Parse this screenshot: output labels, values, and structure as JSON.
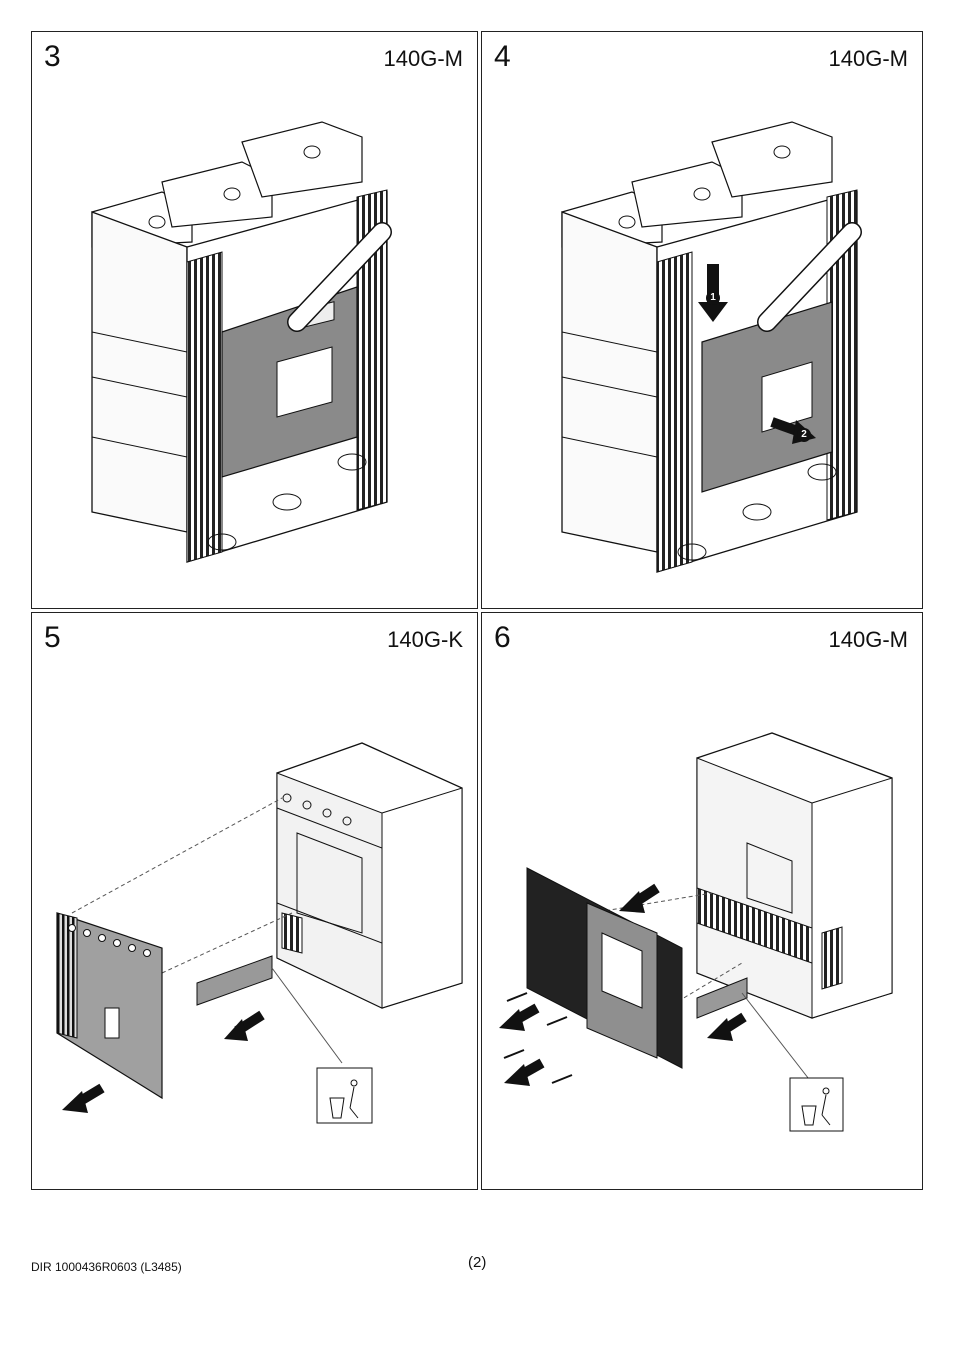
{
  "panels": [
    {
      "step": "3",
      "model": "140G-M"
    },
    {
      "step": "4",
      "model": "140G-M"
    },
    {
      "step": "5",
      "model": "140G-K"
    },
    {
      "step": "6",
      "model": "140G-M"
    }
  ],
  "callouts": {
    "one": "1",
    "two": "2"
  },
  "footer": {
    "doc_id": "DIR 1000436R0603 (L3485)",
    "page": "(2)"
  },
  "icons": {
    "breaker": "circuit-breaker-icon",
    "arrow": "arrow-icon",
    "recycle": "trash-bin-icon",
    "screw": "screw-icon"
  }
}
